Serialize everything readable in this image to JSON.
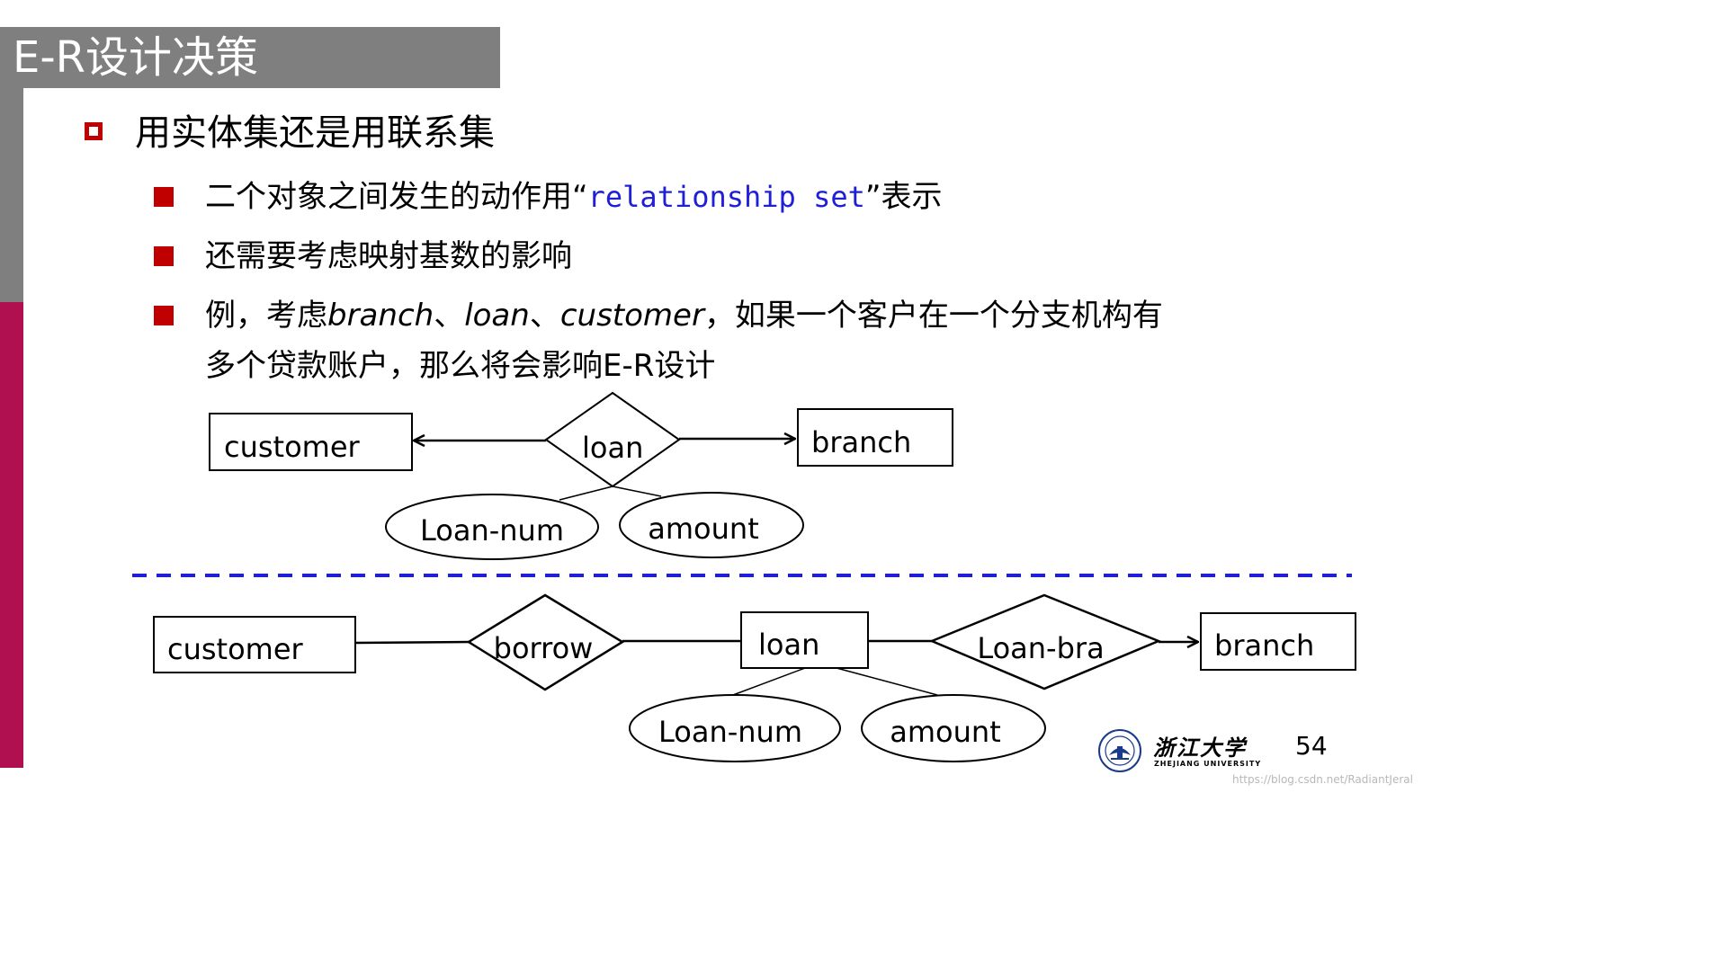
{
  "slide": {
    "title": "E-R设计决策",
    "main_bullet": "用实体集还是用联系集",
    "sub1": {
      "prefix": "二个对象之间发生的动作用“",
      "code": "relationship set",
      "suffix": "”表示"
    },
    "sub2": "还需要考虑映射基数的影响",
    "sub3": {
      "p1": "例，考虑",
      "e1": "branch",
      "sep1": "、",
      "e2": "loan",
      "sep2": "、",
      "e3": "customer",
      "p2": "，如果一个客户在一个分支机构有",
      "line2": "多个贷款账户，那么将会影响E-R设计"
    },
    "page_number": "54",
    "logo_cn": "浙江大学",
    "logo_en": "ZHEJIANG UNIVERSITY",
    "watermark": "https://blog.csdn.net/RadiantJeral"
  },
  "diagram_top": {
    "entity_customer": "customer",
    "relationship_loan": "loan",
    "entity_branch": "branch",
    "attr_loan_num": "Loan-num",
    "attr_amount": "amount"
  },
  "diagram_bottom": {
    "entity_customer": "customer",
    "relationship_borrow": "borrow",
    "entity_loan": "loan",
    "relationship_loan_bra": "Loan-bra",
    "entity_branch": "branch",
    "attr_loan_num": "Loan-num",
    "attr_amount": "amount"
  },
  "colors": {
    "accent_red": "#c00000",
    "sidebar_red": "#b0104f",
    "gray": "#7f7f7f",
    "divider_blue": "#1f1fd6",
    "code_blue": "#1f1fd6"
  }
}
